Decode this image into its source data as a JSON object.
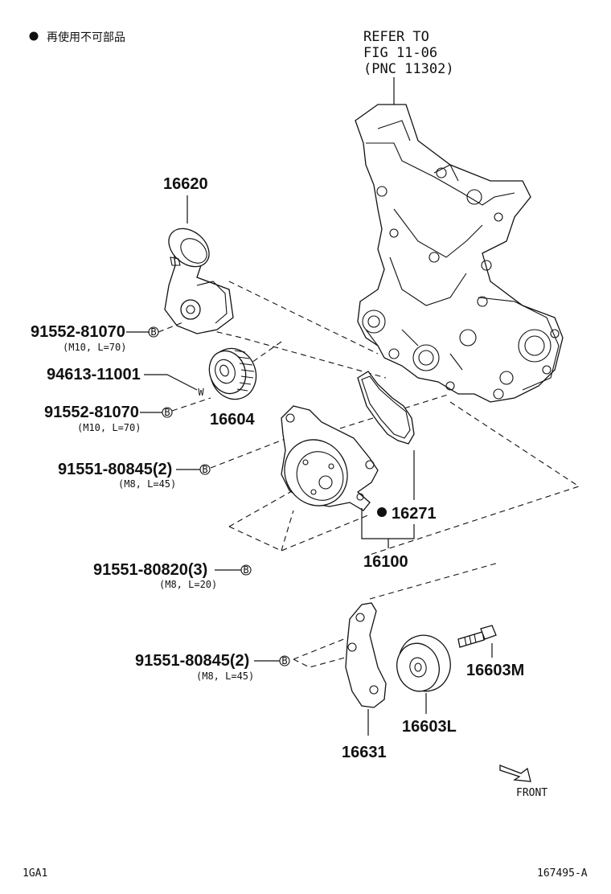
{
  "legend": {
    "text": "再使用不可部品"
  },
  "refer": {
    "line1": "REFER TO",
    "line2": "FIG 11-06",
    "line3": "(PNC 11302)"
  },
  "parts": {
    "p16620": "16620",
    "p16604": "16604",
    "p16271": "16271",
    "p16100": "16100",
    "p16603M": "16603M",
    "p16603L": "16603L",
    "p16631": "16631"
  },
  "fasteners": [
    {
      "number": "91552-81070",
      "spec": "(M10, L=70)",
      "symbol": "B"
    },
    {
      "number": "94613-11001",
      "spec": "",
      "symbol": "W"
    },
    {
      "number": "91552-81070",
      "spec": "(M10, L=70)",
      "symbol": "B"
    },
    {
      "number": "91551-80845(2)",
      "spec": "(M8, L=45)",
      "symbol": "B"
    },
    {
      "number": "91551-80820(3)",
      "spec": "(M8, L=20)",
      "symbol": "B"
    },
    {
      "number": "91551-80845(2)",
      "spec": "(M8, L=45)",
      "symbol": "B"
    }
  ],
  "front": {
    "text": "FRONT"
  },
  "footer": {
    "left": "1GA1",
    "right": "167495-A"
  },
  "colors": {
    "ink": "#111111",
    "background": "#ffffff"
  }
}
